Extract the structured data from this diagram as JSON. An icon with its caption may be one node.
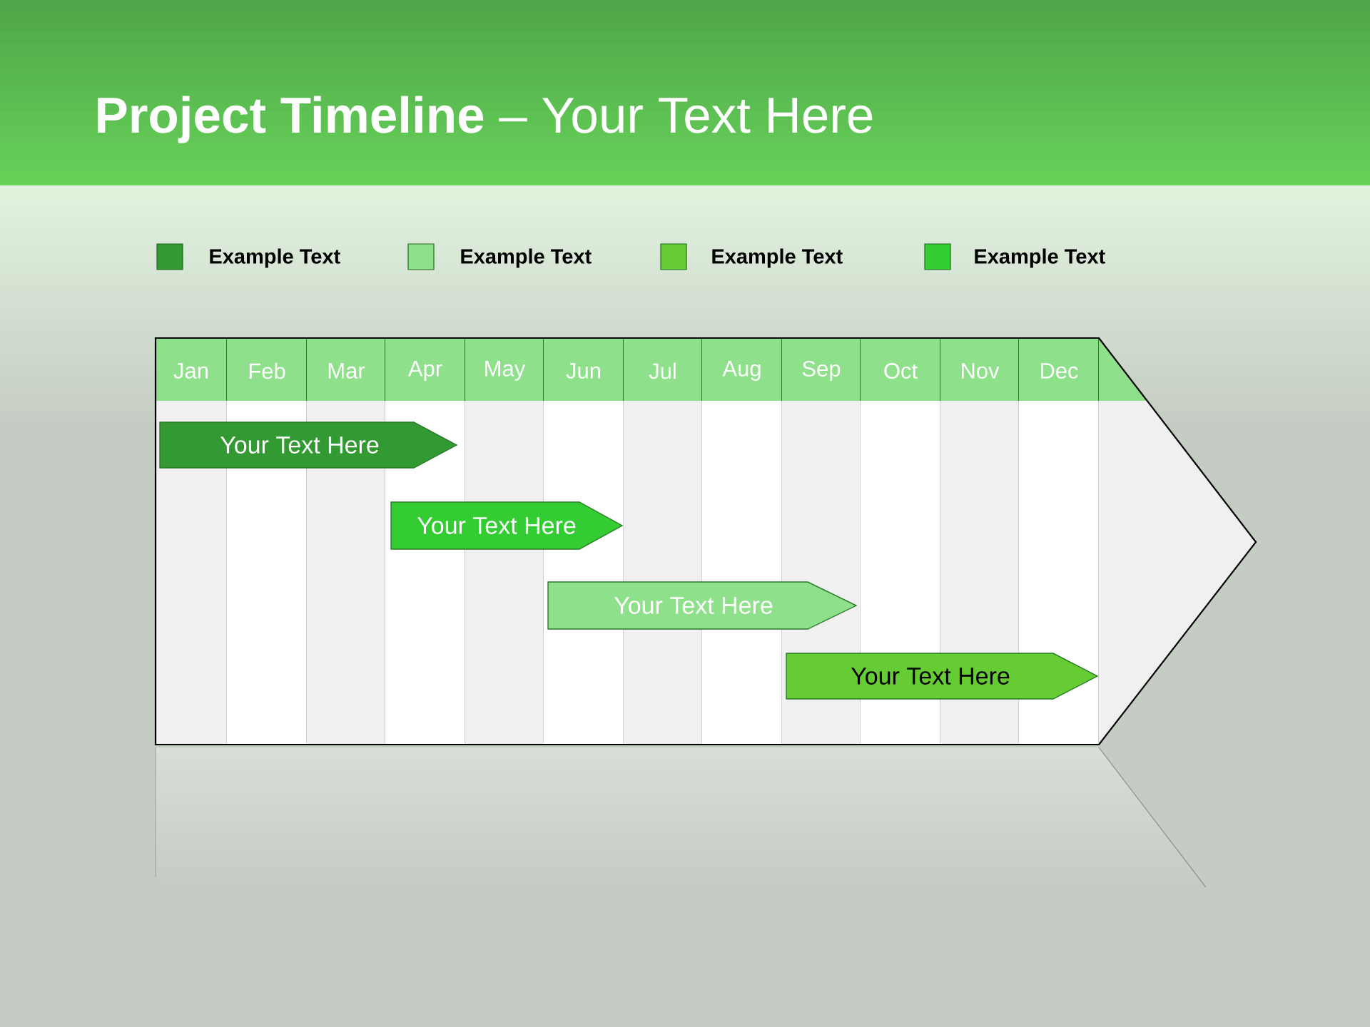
{
  "diagram": {
    "title": "**Project Timeline** – Your Text Here",
    "nodes": [
      {
        "text": [
          "Your Text Here"
        ]
      },
      {
        "text": [
          "Your Text Here"
        ]
      },
      {
        "text": [
          "Your Text Here"
        ]
      },
      {
        "text": [
          "Your Text Here"
        ]
      }
    ],
    "labels": [
      "Jan",
      "Feb",
      "Mar",
      "Apr",
      "May",
      "Jun",
      "Jul",
      "Aug",
      "Sep",
      "Oct",
      "Nov",
      "Dec"
    ],
    "legend": [
      {
        "text": "Example Text",
        "color": "#339933"
      },
      {
        "text": "Example Text",
        "color": "#8ee08a"
      },
      {
        "text": "Example Text",
        "color": "#66cc33"
      },
      {
        "text": "Example Text",
        "color": "#33cc33"
      }
    ]
  }
}
